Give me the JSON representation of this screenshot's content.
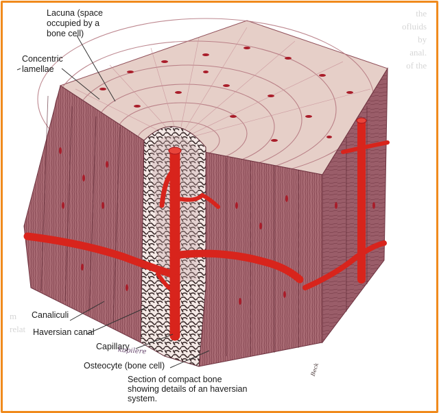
{
  "labels": {
    "lacuna": "Lacuna (space\noccupied by a\nbone cell)",
    "lamellae": "Concentric\nlamellae",
    "canaliculi": "Canaliculi",
    "haversian_canal": "Haversian canal",
    "capillary": "Capillary",
    "osteocyte": "Osteocyte (bone cell)"
  },
  "caption": "Section of compact bone\nshowing details of an haversian\nsystem.",
  "handwritten_note": "kapilere",
  "artist_signature": "Beck",
  "background_text": {
    "right": "the\nofluids\nby\nanal.\nof the",
    "left": "m\nrelat"
  },
  "colors": {
    "frame": "#f08a1c",
    "bone_top": "#e6cfc8",
    "bone_side": "#a86a73",
    "vessel": "#d8241c",
    "lacuna": "#a91d2a",
    "line": "#333333"
  }
}
